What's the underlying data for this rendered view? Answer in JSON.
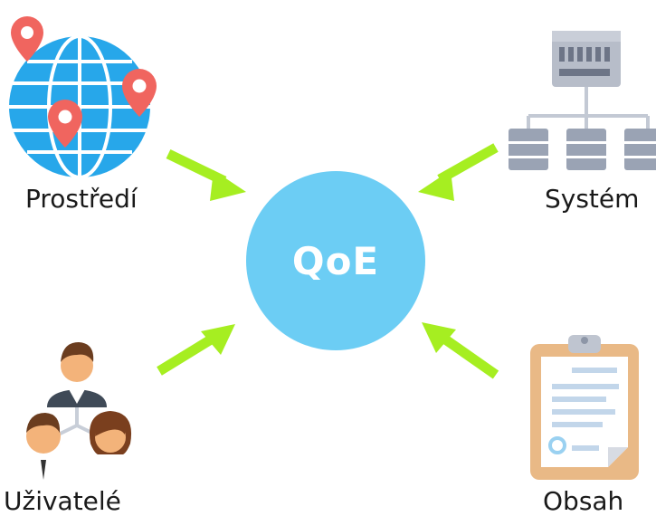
{
  "center": {
    "label": "QoE",
    "color": "#6ccdf4"
  },
  "nodes": {
    "environment": {
      "label": "Prostředí"
    },
    "system": {
      "label": "Systém"
    },
    "users": {
      "label": "Uživatelé"
    },
    "content": {
      "label": "Obsah"
    }
  },
  "colors": {
    "arrow": "#a6ee21",
    "globe": "#27a7ea",
    "pin": "#f0655f",
    "server": "#9aa3b4",
    "person_skin": "#f3b37a"
  }
}
